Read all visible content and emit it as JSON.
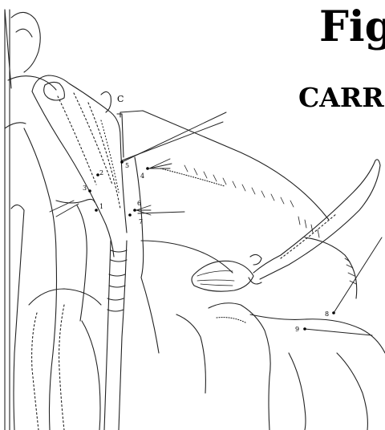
{
  "title": "Fig",
  "subtitle": "CARR",
  "section_label": "C",
  "callouts": [
    "1",
    "2",
    "3",
    "4",
    "5",
    "6",
    "7",
    "8",
    "9"
  ]
}
